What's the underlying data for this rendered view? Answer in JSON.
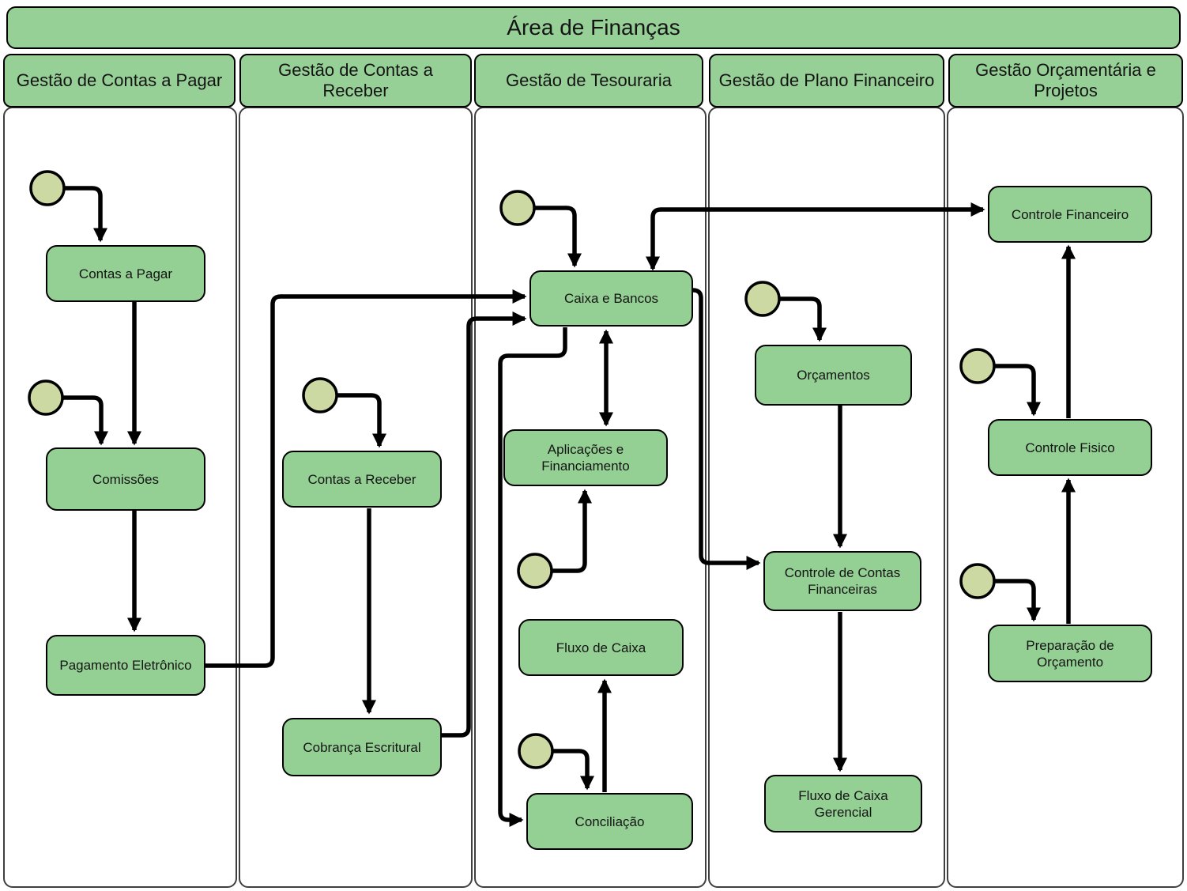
{
  "title": "Área de Finanças",
  "colors": {
    "box_fill": "#94d094",
    "header_fill": "#96d096",
    "circle_fill": "#cdd9a2",
    "line_color": "#000000",
    "lane_border": "#3f3f3f",
    "text_color": "#141414",
    "background": "#ffffff"
  },
  "lanes": [
    {
      "label": "Gestão de Contas a Pagar"
    },
    {
      "label": "Gestão de Contas a Receber"
    },
    {
      "label": "Gestão de Tesouraria"
    },
    {
      "label": "Gestão de Plano Financeiro"
    },
    {
      "label": "Gestão Orçamentária e Projetos"
    }
  ],
  "nodes": {
    "contas_a_pagar": "Contas a Pagar",
    "comissoes": "Comissões",
    "pagamento_eletronico": "Pagamento Eletrônico",
    "contas_a_receber": "Contas a Receber",
    "cobranca_escritural": "Cobrança Escritural",
    "caixa_e_bancos": "Caixa e Bancos",
    "aplicacoes_financiamento": "Aplicações e Financiamento",
    "fluxo_de_caixa": "Fluxo de Caixa",
    "conciliacao": "Conciliação",
    "orcamentos": "Orçamentos",
    "controle_contas_financeiras": "Controle de Contas Financeiras",
    "fluxo_caixa_gerencial": "Fluxo de Caixa Gerencial",
    "controle_financeiro": "Controle Financeiro",
    "controle_fisico": "Controle Fisico",
    "preparacao_orcamento": "Preparação de Orçamento"
  }
}
